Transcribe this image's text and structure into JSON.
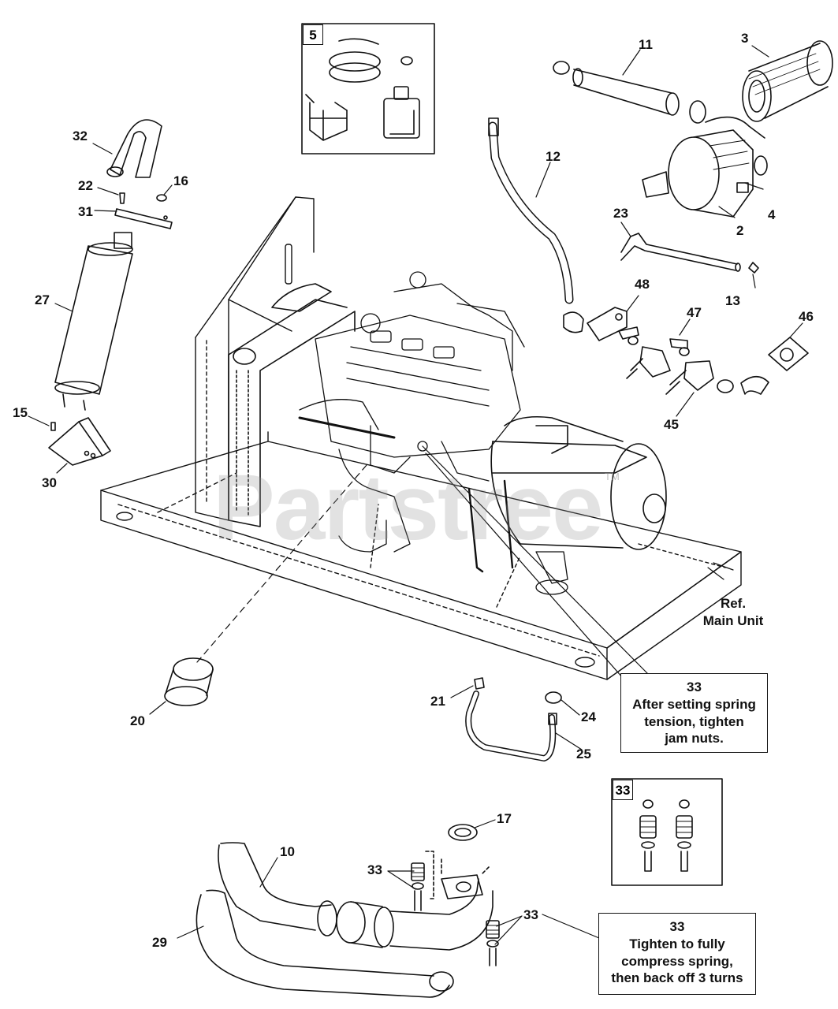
{
  "watermark": {
    "text": "Partstree",
    "tm": "TM"
  },
  "callouts": {
    "c5_box": "5",
    "c33_box": "33",
    "c11": "11",
    "c3": "3",
    "c12": "12",
    "c4": "4",
    "c2": "2",
    "c23": "23",
    "c13": "13",
    "c48": "48",
    "c47": "47",
    "c46": "46",
    "c45": "45",
    "c32": "32",
    "c22": "22",
    "c16": "16",
    "c31": "31",
    "c27": "27",
    "c15": "15",
    "c30": "30",
    "c20": "20",
    "c21": "21",
    "c24": "24",
    "c25": "25",
    "c17": "17",
    "c10": "10",
    "c29": "29",
    "c33a": "33",
    "c33b": "33"
  },
  "notes": {
    "ref": {
      "line1": "Ref.",
      "line2": "Main Unit"
    },
    "spring": {
      "num": "33",
      "line1": "After setting spring",
      "line2": "tension, tighten",
      "line3": "jam nuts."
    },
    "compress": {
      "num": "33",
      "line1": "Tighten to fully",
      "line2": "compress spring,",
      "line3": "then back off 3 turns"
    }
  }
}
